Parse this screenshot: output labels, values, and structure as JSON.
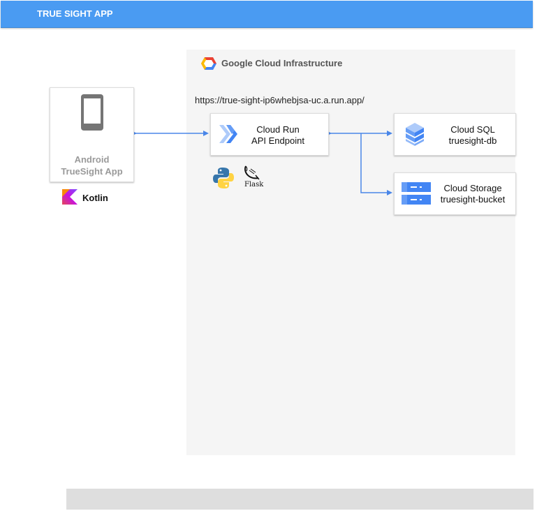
{
  "header": {
    "title": "TRUE SIGHT APP",
    "color": "#4a9bf2"
  },
  "gcp": {
    "title": "Google Cloud Infrastructure",
    "url": "https://true-sight-ip6whebjsa-uc.a.run.app/"
  },
  "android": {
    "line1": "Android",
    "line2": "TrueSight App",
    "icon": "smartphone-icon"
  },
  "kotlin": {
    "label": "Kotlin",
    "icon": "kotlin-logo"
  },
  "cloud_run": {
    "line1": "Cloud Run",
    "line2": "API Endpoint",
    "icon": "cloud-run-icon"
  },
  "python": {
    "icon": "python-logo"
  },
  "flask": {
    "label": "Flask",
    "icon": "flask-logo"
  },
  "cloud_sql": {
    "line1": "Cloud SQL",
    "line2": "truesight-db",
    "icon": "cloud-sql-icon"
  },
  "cloud_storage": {
    "line1": "Cloud Storage",
    "line2": "truesight-bucket",
    "icon": "cloud-storage-icon"
  },
  "colors": {
    "connector": "#4a86e8",
    "icon_blue": "#4285f4",
    "panel": "#f5f5f5"
  }
}
